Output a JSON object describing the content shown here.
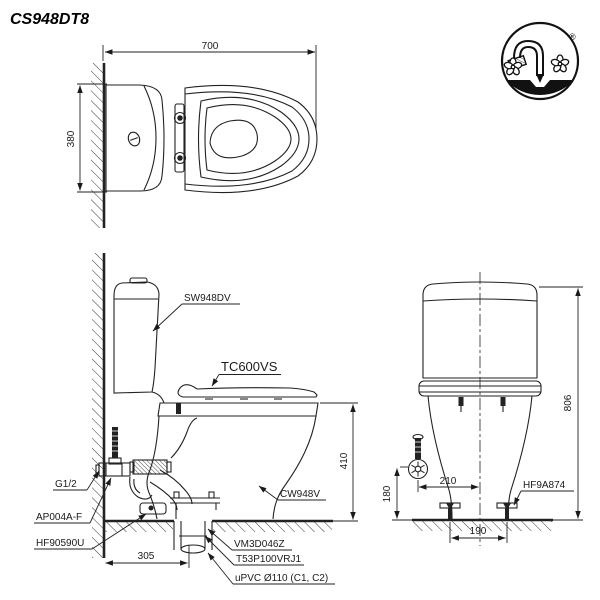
{
  "title": "CS948DT8",
  "logo": {
    "icon": "water-saving-faucet-icon",
    "registered": "®"
  },
  "top_view": {
    "dim_width": "700",
    "dim_depth": "380"
  },
  "side_view": {
    "dim_rim_height": "410",
    "dim_rough_in": "305",
    "label_tank": "SW948DV",
    "label_seat": "TC600VS",
    "label_bowl": "CW948V",
    "label_supply_thread": "G1/2",
    "label_angle_valve": "AP004A-F",
    "label_fixing_bolt": "HF90590U",
    "label_outlet_socket": "VM3D046Z",
    "label_connector": "T53P100VRJ1",
    "label_drain_pipe": "uPVC Ø110 (C1, C2)"
  },
  "rear_view": {
    "dim_total_height": "806",
    "dim_supply_height": "180",
    "dim_supply_offset": "210",
    "dim_bolt_pitch": "190",
    "label_bolt": "HF9A874"
  }
}
